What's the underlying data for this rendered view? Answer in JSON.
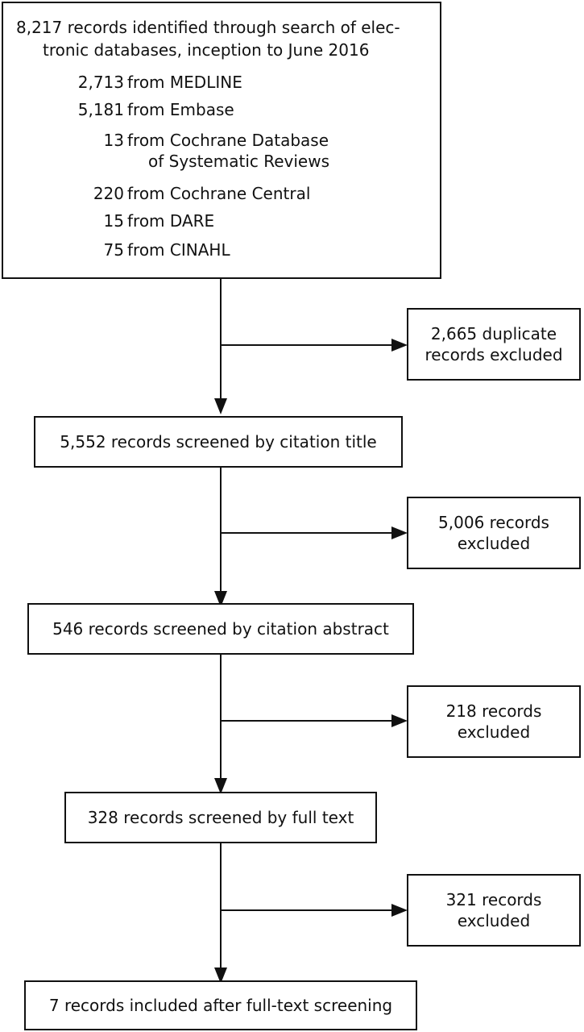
{
  "source_box": {
    "line1": "8,217 records identified through search of elec-",
    "line2": "tronic databases, inception to June 2016",
    "sources": [
      {
        "count": "2,713",
        "name": "from MEDLINE"
      },
      {
        "count": "5,181",
        "name": "from Embase"
      },
      {
        "count": "13",
        "name": "from Cochrane Database",
        "name2": "of Systematic Reviews"
      },
      {
        "count": "220",
        "name": "from Cochrane Central"
      },
      {
        "count": "15",
        "name": "from DARE"
      },
      {
        "count": "75",
        "name": "from CINAHL"
      }
    ]
  },
  "steps": [
    {
      "label": "5,552 records screened by citation title"
    },
    {
      "label": "546 records screened by citation abstract"
    },
    {
      "label": "328 records screened by full text"
    },
    {
      "label": "7 records included after full-text screening"
    }
  ],
  "exclusions": [
    {
      "line1": "2,665 duplicate",
      "line2": "records excluded"
    },
    {
      "line1": "5,006 records",
      "line2": "excluded"
    },
    {
      "line1": "218 records",
      "line2": "excluded"
    },
    {
      "line1": "321 records",
      "line2": "excluded"
    }
  ]
}
